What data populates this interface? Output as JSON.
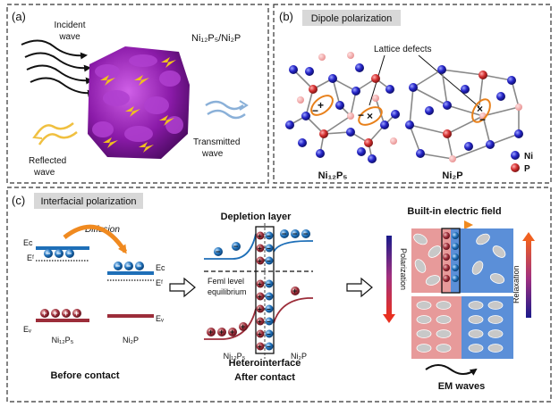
{
  "panel_a": {
    "label": "(a)",
    "incident": [
      "Incident",
      "wave"
    ],
    "material": "Ni₁₂P₅/Ni₂P",
    "reflected": [
      "Reflected",
      "wave"
    ],
    "transmitted": [
      "Transmitted",
      "wave"
    ]
  },
  "panel_b": {
    "label": "(b)",
    "title": "Dipole polarization",
    "lattice_defects": "Lattice defects",
    "left_crystal": "Ni₁₂P₅",
    "right_crystal": "Ni₂P",
    "legend_ni": "Ni",
    "legend_p": "P"
  },
  "panel_c": {
    "label": "(c)",
    "title": "Interfacial polarization",
    "diffusion": "Diffusion",
    "ec": "Eᴄ",
    "ef": "Eᶠ",
    "ev": "Eᵥ",
    "ec_r": "Eᴄ",
    "ef_r": "Eᶠ",
    "ev_r": "Eᵥ",
    "left_material": "Ni₁₂P₅",
    "right_material": "Ni₂P",
    "before_contact": "Before contact",
    "depletion_layer": "Depletion layer",
    "fermi": [
      "Feml level",
      "equilibrium"
    ],
    "mid_left_material": "Ni₁₂P₅",
    "mid_right_material": "Ni₂P",
    "heterointerface": "Heterointerface",
    "after_contact": "After contact",
    "built_in_field": "Built-in electric field",
    "polarization": "Polarization",
    "relaxation": "Relaxation",
    "em_waves": "EM waves"
  },
  "colors": {
    "blue_electron": "#1e6fb8",
    "hole_red": "#9c2d3a",
    "pink_region": "#e79a9a",
    "blue_region": "#5b8fd8",
    "ni_atom": "#2525c8",
    "p_atom": "#d43030",
    "grain_purple": "#8a1aa8"
  }
}
